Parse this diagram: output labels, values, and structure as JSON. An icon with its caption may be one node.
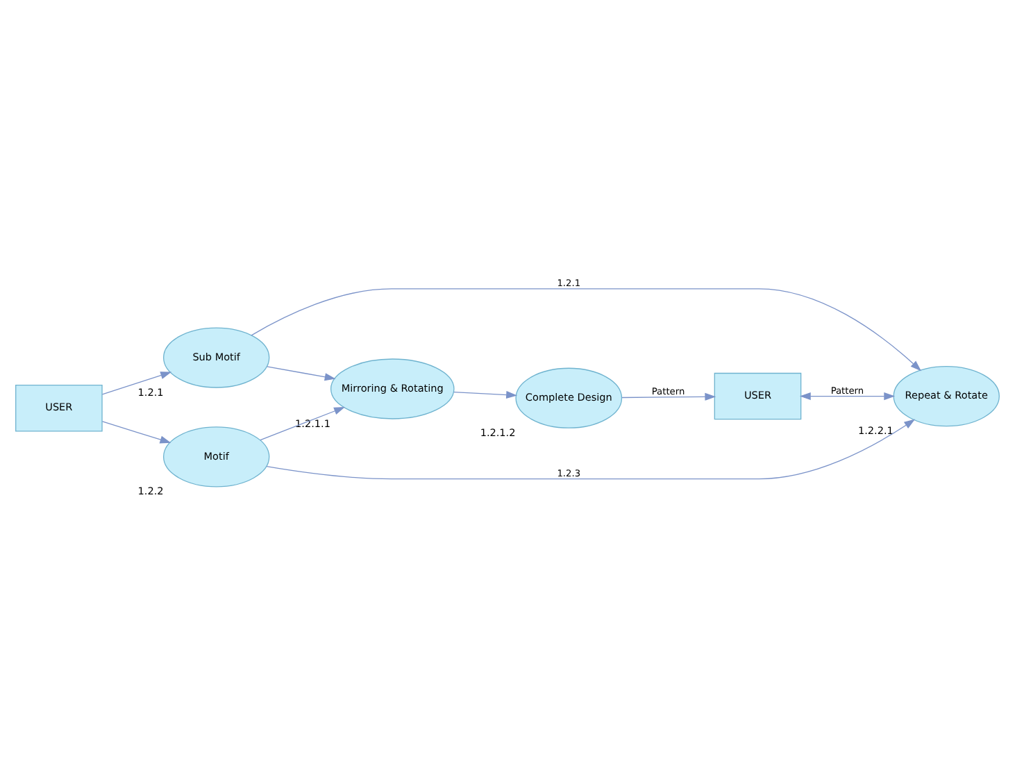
{
  "diagram": {
    "nodes": [
      {
        "text": [
          "USER"
        ]
      },
      {
        "text": [
          "Sub Motif"
        ],
        "beside": [
          "1.2.1"
        ]
      },
      {
        "text": [
          "Motif"
        ],
        "beside": [
          "1.2.2"
        ]
      },
      {
        "text": [
          "Mirroring & Rotating"
        ],
        "beside": [
          "1.2.1.1"
        ]
      },
      {
        "text": [
          "Complete Design"
        ],
        "beside": [
          "1.2.1.2"
        ]
      },
      {
        "text": [
          "Repeat & Rotate"
        ],
        "beside": [
          "1.2.2.1"
        ]
      },
      {
        "text": [
          "USER"
        ]
      }
    ],
    "edges": [
      {
        "from": 0,
        "to": 1,
        "arrow": "to"
      },
      {
        "from": 0,
        "to": 2,
        "arrow": "to"
      },
      {
        "from": 1,
        "to": 3,
        "arrow": "to"
      },
      {
        "from": 2,
        "to": 3,
        "arrow": "to"
      },
      {
        "from": 3,
        "to": 4,
        "arrow": "to"
      },
      {
        "from": 4,
        "to": 6,
        "arrow": "to",
        "label": "Pattern"
      },
      {
        "from": 2,
        "to": 5,
        "arrow": "to",
        "label": "1.2.3"
      },
      {
        "from": 1,
        "to": 5,
        "arrow": "to",
        "label": "1.2.1"
      },
      {
        "from": 6,
        "to": 5,
        "arrow": "both",
        "label": "Pattern"
      }
    ]
  }
}
